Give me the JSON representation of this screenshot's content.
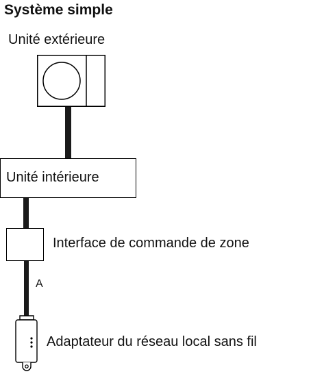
{
  "title": "Système simple",
  "labels": {
    "outdoor_unit": "Unité extérieure",
    "indoor_unit": "Unité intérieure",
    "zone_control_interface": "Interface de commande de zone",
    "cable_a": "A",
    "wireless_lan_adapter": "Adaptateur du réseau local sans fil"
  }
}
